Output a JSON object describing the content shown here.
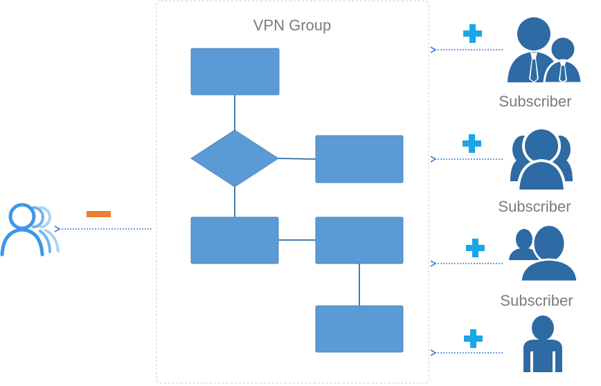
{
  "group": {
    "title": "VPN Group"
  },
  "subscribers": [
    {
      "label": "Subscriber",
      "icon": "business-pair-icon"
    },
    {
      "label": "Subscriber",
      "icon": "user-group-icon"
    },
    {
      "label": "Subscriber",
      "icon": "user-pair-icon"
    },
    {
      "label": "",
      "icon": "single-user-icon"
    }
  ],
  "left_user": {
    "icon": "user-group-outline-icon"
  },
  "colors": {
    "box": "#5b9bd5",
    "box_border": "#4a86be",
    "connector": "#2f6aa0",
    "person": "#2e6aa3",
    "plus": "#1aa6e8",
    "minus": "#ed7d31",
    "outline_user": "#3d97e6",
    "arrow": "#3a7bd5",
    "group_border": "#c8c8c8",
    "text": "#7a7a7a"
  }
}
